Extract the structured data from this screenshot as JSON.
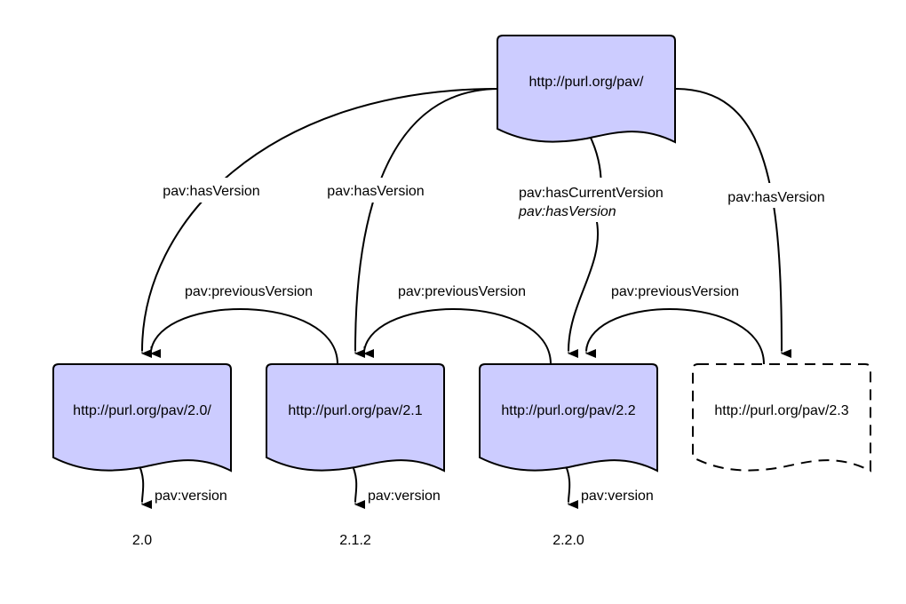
{
  "nodes": {
    "root": "http://purl.org/pav/",
    "v20": "http://purl.org/pav/2.0/",
    "v21": "http://purl.org/pav/2.1",
    "v22": "http://purl.org/pav/2.2",
    "v23": "http://purl.org/pav/2.3"
  },
  "edges": {
    "has_version_1": "pav:hasVersion",
    "has_version_2": "pav:hasVersion",
    "has_current_version": "pav:hasCurrentVersion",
    "has_version_3_italic": "pav:hasVersion",
    "has_version_4": "pav:hasVersion",
    "previous_version_1": "pav:previousVersion",
    "previous_version_2": "pav:previousVersion",
    "previous_version_3": "pav:previousVersion",
    "version_1": "pav:version",
    "version_2": "pav:version",
    "version_3": "pav:version"
  },
  "values": {
    "v20": "2.0",
    "v21": "2.1.2",
    "v22": "2.2.0"
  }
}
